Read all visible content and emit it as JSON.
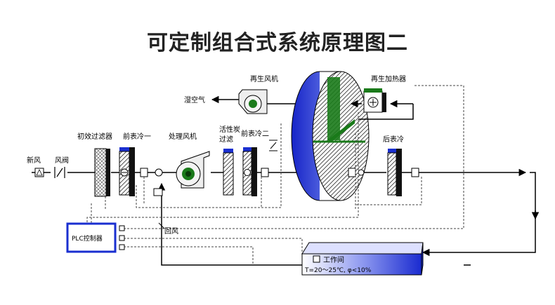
{
  "title": "可定制组合式系统原理图二",
  "labels": {
    "fresh_air": "新风",
    "damper": "风阀",
    "primary_filter": "初效过滤器",
    "precool_1": "前表冷一",
    "process_fan": "处理风机",
    "carbon_filter_1": "活性炭",
    "carbon_filter_2": "过滤",
    "precool_2": "前表冷二",
    "wet_air": "湿空气",
    "regen_fan": "再生风机",
    "regen_heater": "再生加热器",
    "after_cooler": "后表冷",
    "return_air": "回风",
    "plc": "PLC控制器",
    "workroom": "工作间",
    "workroom_cond": "T=20～25℃, φ<10%"
  },
  "colors": {
    "coil_blue": "#1a2fd0",
    "rotor_blue": "#2233cc",
    "plc_border": "#1a2fd0",
    "sector_green": "#1a7a1a",
    "line": "#000000"
  }
}
